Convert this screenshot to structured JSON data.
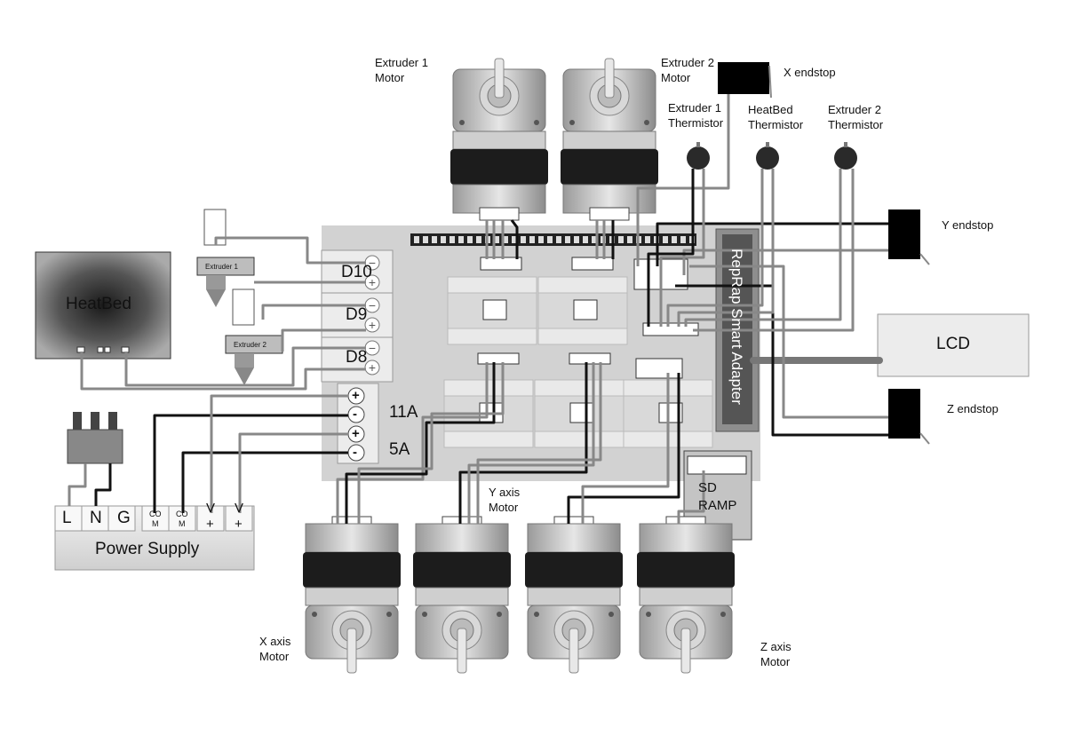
{
  "motors": {
    "extruder1": "Extruder 1\nMotor",
    "extruder2": "Extruder 2\nMotor",
    "x_axis": "X axis\nMotor",
    "y_axis": "Y axis\nMotor",
    "z_axis": "Z axis\nMotor"
  },
  "thermistors": {
    "extruder1": "Extruder 1\nThermistor",
    "heatbed": "HeatBed\nThermistor",
    "extruder2": "Extruder 2\nThermistor"
  },
  "endstops": {
    "x": "X endstop",
    "y": "Y endstop",
    "z": "Z endstop"
  },
  "heatbed": "HeatBed",
  "hotends": {
    "e1": "Extruder  1",
    "e2": "Extruder  2"
  },
  "board": {
    "d10": "D10",
    "d9": "D9",
    "d8": "D8",
    "current_11a": "11A",
    "current_5a": "5A",
    "power_signs": [
      "+",
      "-",
      "+",
      "-"
    ],
    "smart_controller": "RepRap Smart Adapter"
  },
  "lcd": "LCD",
  "sd_ramps": "SD\nRAMP",
  "power_supply": {
    "title": "Power Supply",
    "terminals": [
      "L",
      "N",
      "G",
      "CO\nM",
      "CO\nM",
      "V\n+",
      "V\n+"
    ]
  }
}
